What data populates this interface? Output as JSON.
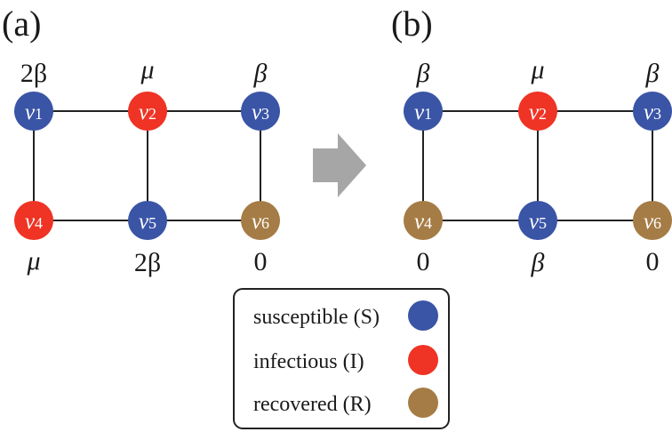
{
  "colors": {
    "susceptible": "#3a54a6",
    "infectious": "#ef3324",
    "recovered": "#a57c45",
    "arrow": "#a6a6a6"
  },
  "panels": [
    {
      "label": "(a)",
      "nodes": [
        {
          "name": "v",
          "sub": "1",
          "state": "susceptible",
          "rate": "2β"
        },
        {
          "name": "v",
          "sub": "2",
          "state": "infectious",
          "rate": "μ"
        },
        {
          "name": "v",
          "sub": "3",
          "state": "susceptible",
          "rate": "β"
        },
        {
          "name": "v",
          "sub": "4",
          "state": "infectious",
          "rate": "μ"
        },
        {
          "name": "v",
          "sub": "5",
          "state": "susceptible",
          "rate": "2β"
        },
        {
          "name": "v",
          "sub": "6",
          "state": "recovered",
          "rate": "0"
        }
      ]
    },
    {
      "label": "(b)",
      "nodes": [
        {
          "name": "v",
          "sub": "1",
          "state": "susceptible",
          "rate": "β"
        },
        {
          "name": "v",
          "sub": "2",
          "state": "infectious",
          "rate": "μ"
        },
        {
          "name": "v",
          "sub": "3",
          "state": "susceptible",
          "rate": "β"
        },
        {
          "name": "v",
          "sub": "4",
          "state": "recovered",
          "rate": "0"
        },
        {
          "name": "v",
          "sub": "5",
          "state": "susceptible",
          "rate": "β"
        },
        {
          "name": "v",
          "sub": "6",
          "state": "recovered",
          "rate": "0"
        }
      ]
    }
  ],
  "edges": [
    [
      0,
      1
    ],
    [
      1,
      2
    ],
    [
      3,
      4
    ],
    [
      4,
      5
    ],
    [
      0,
      3
    ],
    [
      1,
      4
    ],
    [
      2,
      5
    ]
  ],
  "legend": [
    {
      "label": "susceptible (S)",
      "state": "susceptible"
    },
    {
      "label": "infectious (I)",
      "state": "infectious"
    },
    {
      "label": "recovered (R)",
      "state": "recovered"
    }
  ]
}
